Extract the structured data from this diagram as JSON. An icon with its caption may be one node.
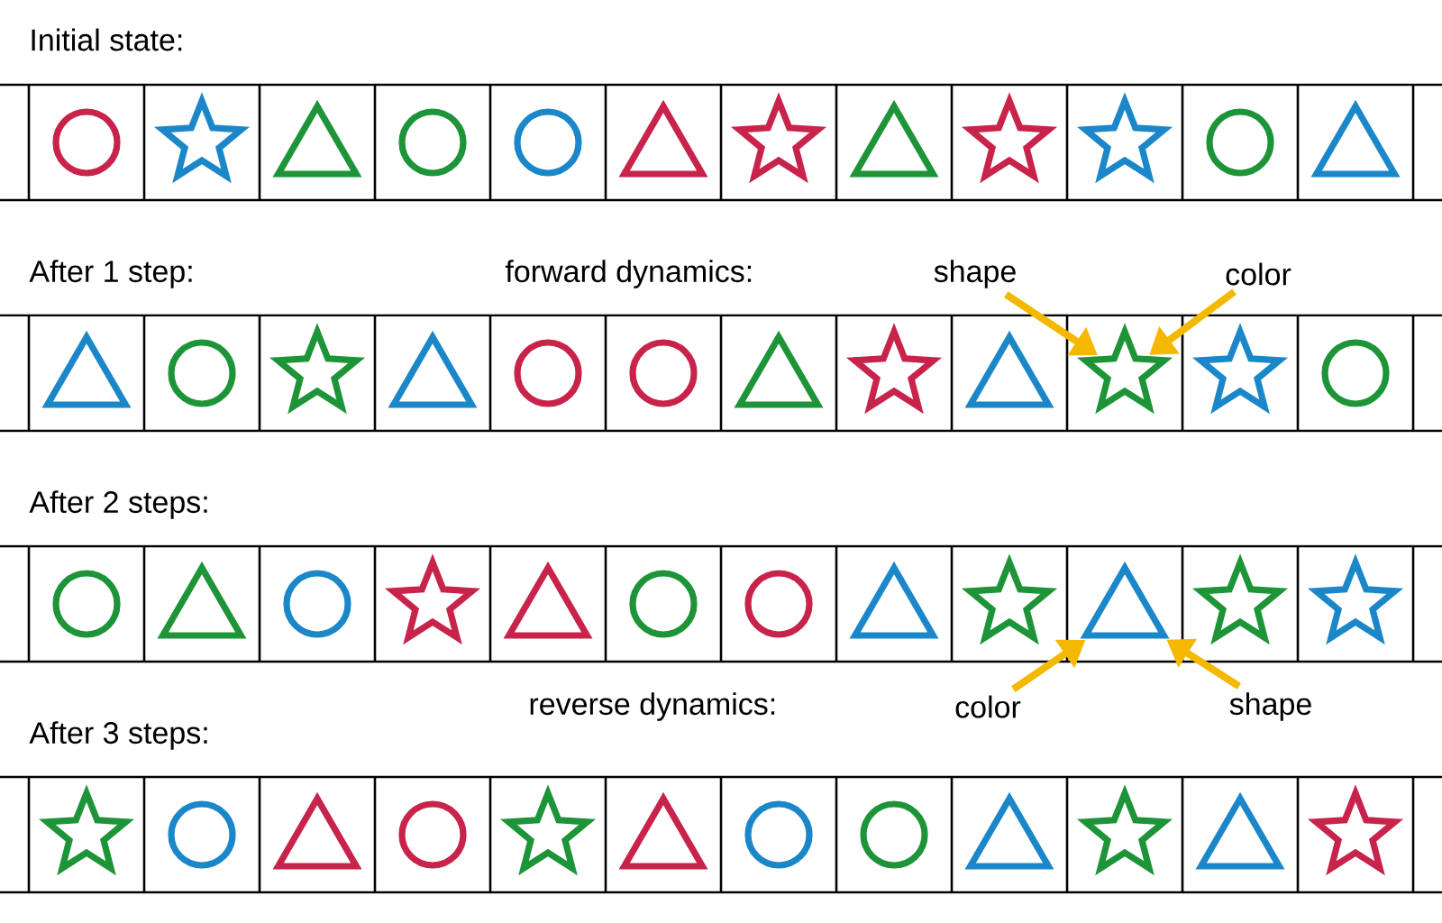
{
  "diagram": {
    "nodes": [
      {
        "text": [],
        "shape": "circle"
      },
      {
        "text": [],
        "shape": "star"
      },
      {
        "text": [],
        "shape": "triangle"
      },
      {
        "text": [],
        "shape": "circle"
      },
      {
        "text": [],
        "shape": "circle"
      },
      {
        "text": [],
        "shape": "triangle"
      },
      {
        "text": [],
        "shape": "star"
      },
      {
        "text": [],
        "shape": "triangle"
      },
      {
        "text": [],
        "shape": "star"
      },
      {
        "text": [],
        "shape": "star"
      },
      {
        "text": [],
        "shape": "circle"
      },
      {
        "text": [],
        "shape": "triangle"
      },
      {
        "text": [
          "shape"
        ]
      },
      {
        "text": [
          "color"
        ]
      },
      {
        "text": [],
        "shape": "triangle"
      },
      {
        "text": [],
        "shape": "circle"
      },
      {
        "text": [],
        "shape": "star"
      },
      {
        "text": [],
        "shape": "triangle"
      },
      {
        "text": [],
        "shape": "circle"
      },
      {
        "text": [],
        "shape": "circle"
      },
      {
        "text": [],
        "shape": "triangle"
      },
      {
        "text": [],
        "shape": "star"
      },
      {
        "text": [],
        "shape": "triangle"
      },
      {
        "text": [],
        "shape": "star"
      },
      {
        "text": [],
        "shape": "star"
      },
      {
        "text": [],
        "shape": "circle"
      },
      {
        "text": [],
        "shape": "circle"
      },
      {
        "text": [],
        "shape": "triangle"
      },
      {
        "text": [],
        "shape": "circle"
      },
      {
        "text": [],
        "shape": "star"
      },
      {
        "text": [],
        "shape": "triangle"
      },
      {
        "text": [],
        "shape": "circle"
      },
      {
        "text": [],
        "shape": "circle"
      },
      {
        "text": [],
        "shape": "triangle"
      },
      {
        "text": [],
        "shape": "star"
      },
      {
        "text": [],
        "shape": "triangle"
      },
      {
        "text": [],
        "shape": "star"
      },
      {
        "text": [],
        "shape": "star"
      },
      {
        "text": [
          "color"
        ]
      },
      {
        "text": [
          "shape"
        ]
      },
      {
        "text": [],
        "shape": "star"
      },
      {
        "text": [],
        "shape": "circle"
      },
      {
        "text": [],
        "shape": "triangle"
      },
      {
        "text": [],
        "shape": "circle"
      },
      {
        "text": [],
        "shape": "star"
      },
      {
        "text": [],
        "shape": "triangle"
      },
      {
        "text": [],
        "shape": "circle"
      },
      {
        "text": [],
        "shape": "circle"
      },
      {
        "text": [],
        "shape": "triangle"
      },
      {
        "text": [],
        "shape": "star"
      },
      {
        "text": [],
        "shape": "triangle"
      },
      {
        "text": [],
        "shape": "star"
      }
    ],
    "edges": [
      {
        "from": 12,
        "to": 23,
        "arrow": "to"
      },
      {
        "from": 13,
        "to": 23,
        "arrow": "to"
      },
      {
        "from": 38,
        "to": 35,
        "arrow": "to"
      },
      {
        "from": 39,
        "to": 35,
        "arrow": "to"
      }
    ],
    "labels": [
      "Initial state:",
      "After 1 step:",
      "forward dynamics:",
      "After 2 steps:",
      "reverse dynamics:",
      "After 3 steps:"
    ]
  }
}
